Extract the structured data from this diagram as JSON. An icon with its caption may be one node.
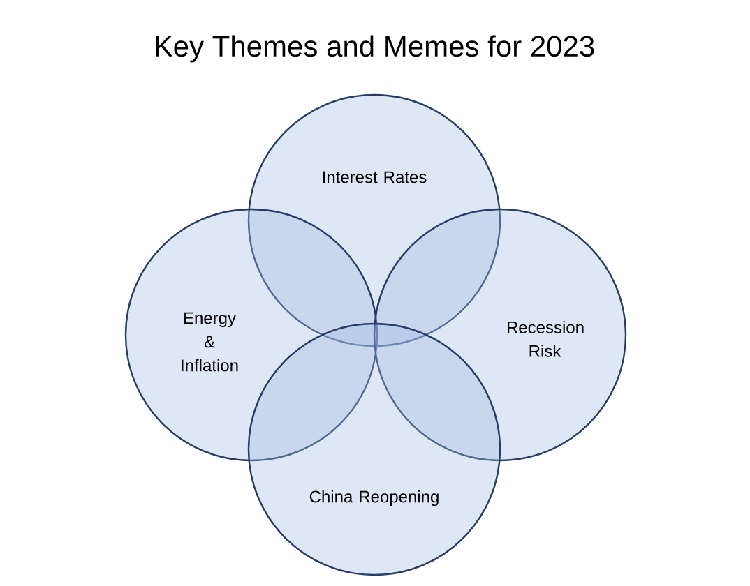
{
  "diagram": {
    "title": "Key Themes and Memes for 2023",
    "nodes": [
      {
        "text": [
          "Interest Rates"
        ]
      },
      {
        "text": [
          "Energy & Inflation"
        ]
      },
      {
        "text": [
          "Recession Risk"
        ]
      },
      {
        "text": [
          "China Reopening"
        ]
      }
    ]
  }
}
